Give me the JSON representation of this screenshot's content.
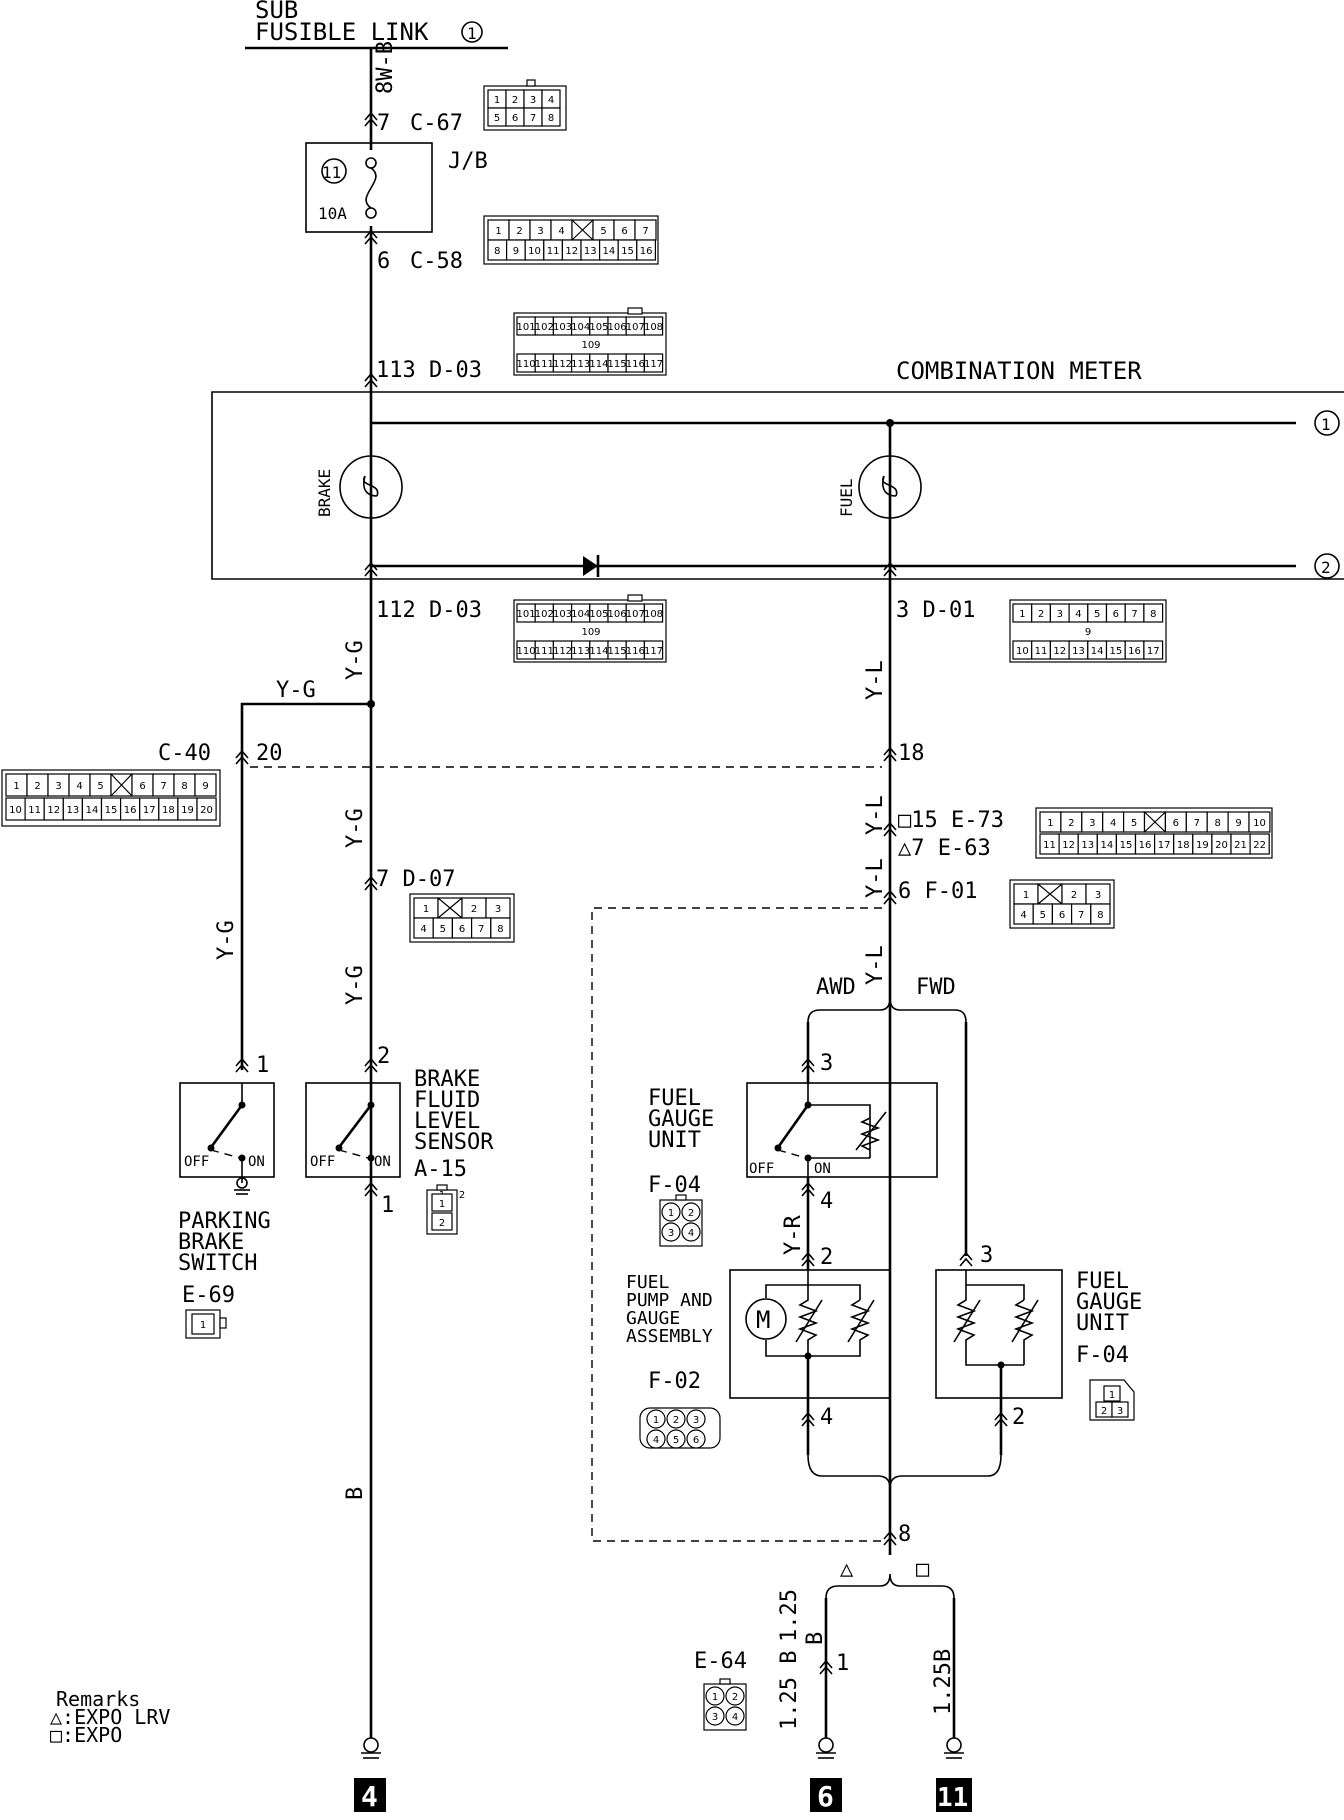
{
  "title": {
    "line1": "SUB",
    "line2": "FUSIBLE LINK",
    "circled": "1"
  },
  "fuse": {
    "number": "11",
    "rating": "10A",
    "label": "J/B"
  },
  "meter": {
    "title": "COMBINATION METER",
    "brake": "BRAKE",
    "fuel": "FUEL",
    "ref1": "1",
    "ref2": "2"
  },
  "pins": {
    "c67_pin": "7",
    "c67": "C-67",
    "c58_pin": "6",
    "c58": "C-58",
    "d03_top": "113 D-03",
    "d03_bot": "112 D-03",
    "d01": "3  D-01",
    "c40": "C-40",
    "c40_pin": "20",
    "p18": "18",
    "e73": "□15 E-73",
    "e63": "△7  E-63",
    "f01": "6  F-01",
    "d07": "7  D-07",
    "pb_pin": "1",
    "bf_pin_top": "2",
    "bf_pin_bot": "1",
    "fg_pin3": "3",
    "fg_pin4": "4",
    "fp_pin2": "2",
    "fp_pin4": "4",
    "fg2_pin3": "3",
    "fg2_pin2": "2",
    "p8": "8",
    "e64_pin": "1"
  },
  "wires": {
    "bw": "8W-B",
    "yg": "Y-G",
    "yl": "Y-L",
    "yr": "Y-R",
    "b": "B",
    "b125a": "1.25 B",
    "b125b": "1.25",
    "b125c": "B",
    "b125d": "1.25B"
  },
  "branches": {
    "awd": "AWD",
    "fwd": "FWD",
    "tri": "△",
    "sq": "□"
  },
  "components": {
    "parking": [
      "PARKING",
      "BRAKE",
      "SWITCH"
    ],
    "parking_conn": "E-69",
    "brake_fluid": [
      "BRAKE",
      "FLUID",
      "LEVEL",
      "SENSOR"
    ],
    "brake_fluid_conn": "A-15",
    "fuel_gauge": [
      "FUEL",
      "GAUGE",
      "UNIT"
    ],
    "fuel_gauge_conn": "F-04",
    "fuel_pump": [
      "FUEL",
      "PUMP AND",
      "GAUGE",
      "ASSEMBLY"
    ],
    "fuel_pump_conn": "F-02",
    "fuel_gauge2": [
      "FUEL",
      "GAUGE",
      "UNIT"
    ],
    "fuel_gauge2_conn": "F-04",
    "e64": "E-64",
    "off": "OFF",
    "on": "ON",
    "motor": "M"
  },
  "grounds": {
    "g4": "4",
    "g6": "6",
    "g11": "11"
  },
  "remarks": {
    "title": "Remarks",
    "tri": "△:EXPO LRV",
    "sq": "□:EXPO"
  },
  "connectors": {
    "c67_r1": [
      "1",
      "2",
      "3",
      "4"
    ],
    "c67_r2": [
      "5",
      "6",
      "7",
      "8"
    ],
    "c58_r1": [
      "1",
      "2",
      "3",
      "4",
      "",
      "5",
      "6",
      "7"
    ],
    "c58_r2": [
      "8",
      "9",
      "10",
      "11",
      "12",
      "13",
      "14",
      "15",
      "16"
    ],
    "d03a_r1": [
      "101",
      "102",
      "103",
      "104",
      "105",
      "106",
      "107",
      "108"
    ],
    "d03a_mid": "109",
    "d03a_r2": [
      "110",
      "111",
      "112",
      "113",
      "114",
      "115",
      "116",
      "117"
    ],
    "d01_r1": [
      "1",
      "2",
      "3",
      "4",
      "5",
      "6",
      "7",
      "8"
    ],
    "d01_mid": "9",
    "d01_r2": [
      "10",
      "11",
      "12",
      "13",
      "14",
      "15",
      "16",
      "17"
    ],
    "c40_r1": [
      "1",
      "2",
      "3",
      "4",
      "5",
      "",
      "6",
      "7",
      "8",
      "9"
    ],
    "c40_r2": [
      "10",
      "11",
      "12",
      "13",
      "14",
      "15",
      "16",
      "17",
      "18",
      "19",
      "20"
    ],
    "e73_r1": [
      "1",
      "2",
      "3",
      "4",
      "5",
      "",
      "6",
      "7",
      "8",
      "9",
      "10"
    ],
    "e73_r2": [
      "11",
      "12",
      "13",
      "14",
      "15",
      "16",
      "17",
      "18",
      "19",
      "20",
      "21",
      "22"
    ],
    "d07_r1": [
      "1",
      "",
      "2",
      "3"
    ],
    "d07_r2": [
      "4",
      "5",
      "6",
      "7",
      "8"
    ],
    "f01_r1": [
      "1",
      "",
      "2",
      "3"
    ],
    "f01_r2": [
      "4",
      "5",
      "6",
      "7",
      "8"
    ],
    "a15": [
      "1",
      "2"
    ],
    "e69": [
      "1"
    ],
    "f04a": [
      "1",
      "2",
      "3",
      "4"
    ],
    "f02": [
      "1",
      "2",
      "3",
      "4",
      "5",
      "6"
    ],
    "f04b": [
      "1",
      "2",
      "3"
    ],
    "e64c": [
      "1",
      "2",
      "3",
      "4"
    ]
  }
}
